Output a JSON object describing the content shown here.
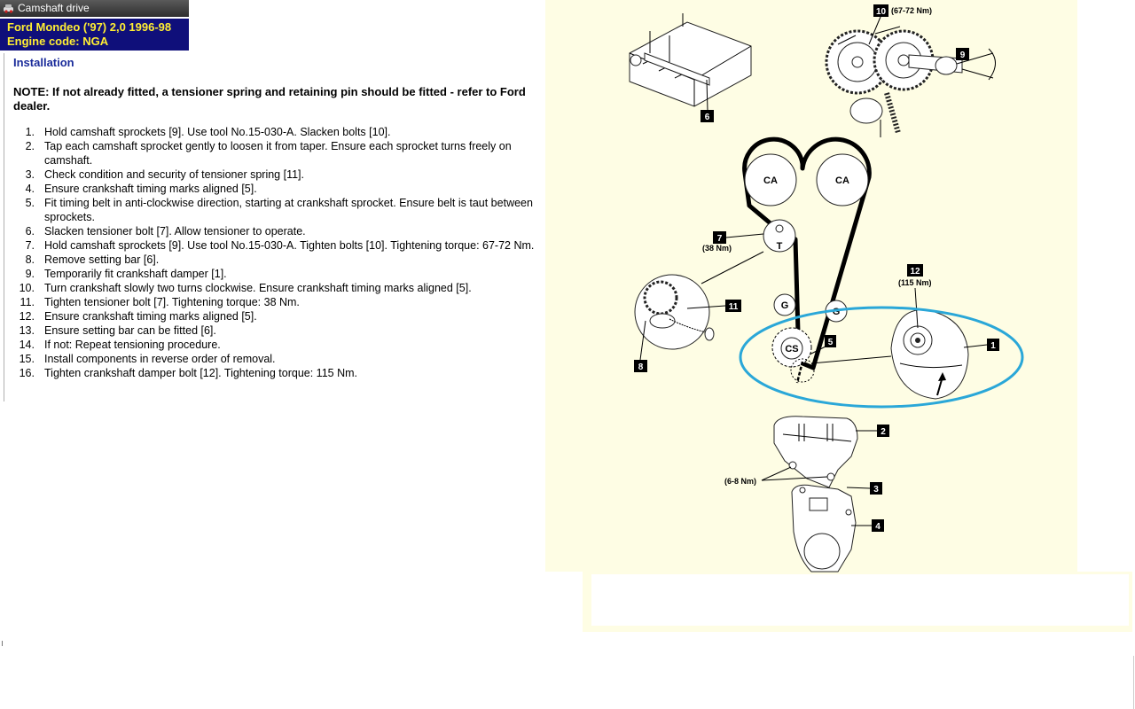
{
  "window": {
    "title": "Camshaft drive",
    "icon": "car-icon"
  },
  "vehicle": {
    "line1": "Ford   Mondeo ('97) 2,0  1996-98",
    "line2": "Engine code: NGA"
  },
  "section_title": "Installation",
  "note": "NOTE: If not already fitted, a tensioner spring and retaining pin should be fitted - refer to Ford dealer.",
  "steps": [
    {
      "n": "1.",
      "text": "Hold camshaft sprockets [9]. Use tool No.15-030-A. Slacken bolts [10]."
    },
    {
      "n": "2.",
      "text": "Tap each camshaft sprocket gently to loosen it from taper. Ensure each sprocket turns freely on camshaft."
    },
    {
      "n": "3.",
      "text": "Check condition and security of tensioner spring [11]."
    },
    {
      "n": "4.",
      "text": "Ensure crankshaft timing marks aligned [5]."
    },
    {
      "n": "5.",
      "text": "Fit timing belt in anti-clockwise direction, starting at crankshaft sprocket. Ensure belt is taut between sprockets."
    },
    {
      "n": "6.",
      "text": "Slacken tensioner bolt [7]. Allow tensioner to operate."
    },
    {
      "n": "7.",
      "text": "Hold camshaft sprockets [9]. Use tool No.15-030-A. Tighten bolts [10]. Tightening torque: 67-72 Nm."
    },
    {
      "n": "8.",
      "text": "Remove setting bar [6]."
    },
    {
      "n": "9.",
      "text": "Temporarily fit crankshaft damper [1]."
    },
    {
      "n": "10.",
      "text": "Turn crankshaft slowly two turns clockwise. Ensure crankshaft timing marks aligned [5]."
    },
    {
      "n": "11.",
      "text": "Tighten tensioner bolt [7]. Tightening torque: 38 Nm."
    },
    {
      "n": "12.",
      "text": "Ensure crankshaft timing marks aligned [5]."
    },
    {
      "n": "13.",
      "text": "Ensure setting bar can be fitted [6]."
    },
    {
      "n": "14.",
      "text": "If not: Repeat tensioning procedure."
    },
    {
      "n": "15.",
      "text": "Install components in reverse order of removal."
    },
    {
      "n": "16.",
      "text": "Tighten crankshaft damper bolt [12]. Tightening torque: 115 Nm."
    }
  ],
  "diagram": {
    "callouts": {
      "c1": "1",
      "c2": "2",
      "c3": "3",
      "c4": "4",
      "c5": "5",
      "c6": "6",
      "c7": "7",
      "c8": "8",
      "c9": "9",
      "c10": "10",
      "c11": "11",
      "c12": "12"
    },
    "torques": {
      "t10": "(67-72 Nm)",
      "t7": "(38 Nm)",
      "t12": "(115 Nm)",
      "t23": "(6-8 Nm)"
    },
    "pulleys": {
      "ca": "CA",
      "t": "T",
      "g": "G",
      "cs": "CS"
    },
    "colors": {
      "background": "#fefde4",
      "highlight": "#2aa7d8"
    }
  }
}
